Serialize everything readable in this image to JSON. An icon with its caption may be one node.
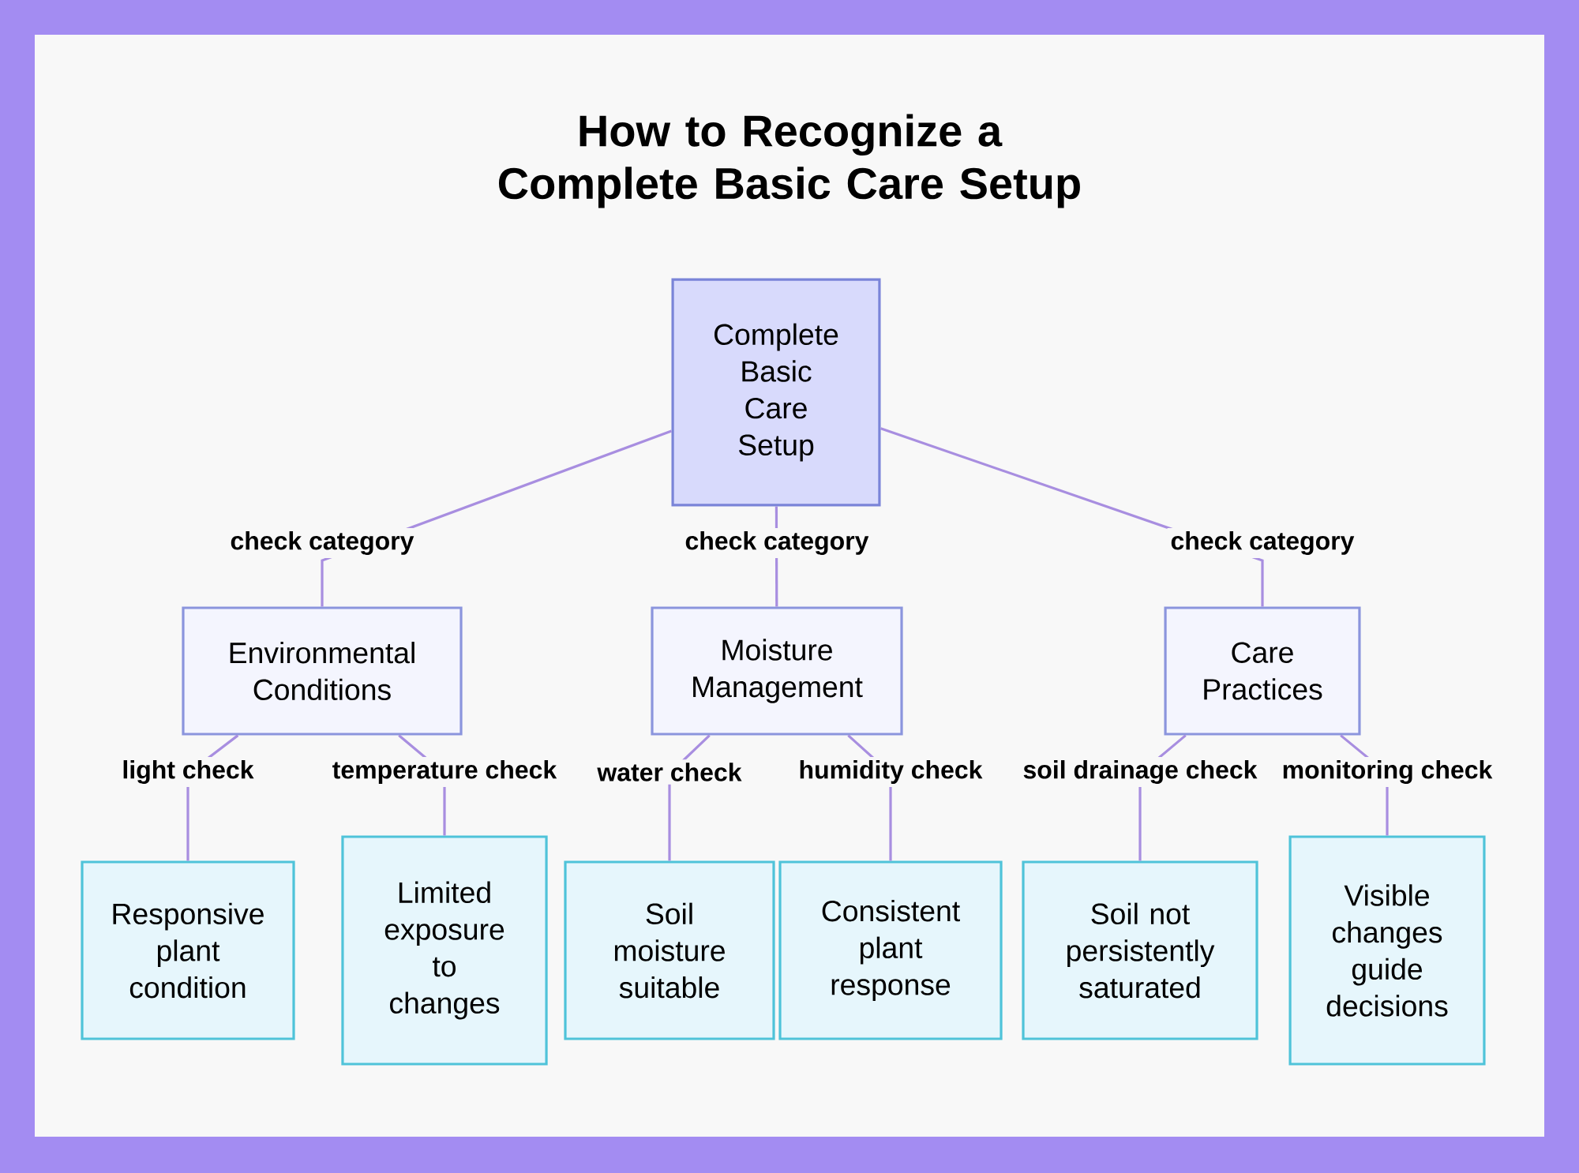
{
  "diagram": {
    "title": "How to Recognize a Complete Basic Care Setup",
    "nodes": [
      {
        "text": [
          "Complete Basic Care Setup"
        ]
      },
      {
        "text": [
          "Environmental Conditions"
        ]
      },
      {
        "text": [
          "Moisture Management"
        ]
      },
      {
        "text": [
          "Care Practices"
        ]
      },
      {
        "text": [
          "Responsive plant condition"
        ]
      },
      {
        "text": [
          "Limited exposure to changes"
        ]
      },
      {
        "text": [
          "Soil moisture suitable"
        ]
      },
      {
        "text": [
          "Consistent plant response"
        ]
      },
      {
        "text": [
          "Soil not persistently saturated"
        ]
      },
      {
        "text": [
          "Visible changes guide decisions"
        ]
      }
    ],
    "edges": [
      {
        "from": 0,
        "to": 1,
        "arrow": "none",
        "label": "check category"
      },
      {
        "from": 0,
        "to": 2,
        "arrow": "none",
        "label": "check category"
      },
      {
        "from": 0,
        "to": 3,
        "arrow": "none",
        "label": "check category"
      },
      {
        "from": 1,
        "to": 4,
        "arrow": "none",
        "label": "light check"
      },
      {
        "from": 1,
        "to": 5,
        "arrow": "none",
        "label": "temperature check"
      },
      {
        "from": 2,
        "to": 6,
        "arrow": "none",
        "label": "water check"
      },
      {
        "from": 2,
        "to": 7,
        "arrow": "none",
        "label": "humidity check"
      },
      {
        "from": 3,
        "to": 8,
        "arrow": "none",
        "label": "soil drainage check"
      },
      {
        "from": 3,
        "to": 9,
        "arrow": "none",
        "label": "monitoring check"
      }
    ]
  }
}
